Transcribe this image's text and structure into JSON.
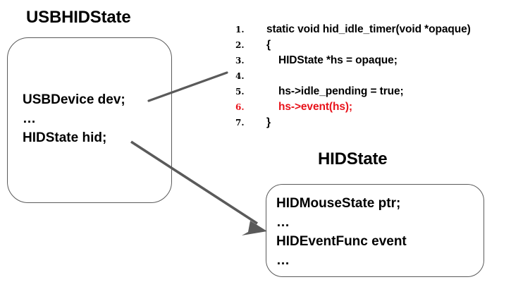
{
  "diagram": {
    "background_color": "#ffffff",
    "stroke_color": "#5a5a5a",
    "highlight_color": "#e8121a",
    "left_struct": {
      "title": "USBHIDState",
      "fields": [
        "USBDevice dev;",
        "…",
        "HIDState hid;"
      ]
    },
    "right_struct": {
      "title": "HIDState",
      "fields": [
        "HIDMouseState ptr;",
        "…",
        "HIDEventFunc event",
        "…"
      ]
    },
    "code": {
      "lines": [
        {
          "number": "1.",
          "text": "static void hid_idle_timer(void *opaque)",
          "indent": 0,
          "highlight": false
        },
        {
          "number": "2.",
          "text": "{",
          "indent": 0,
          "highlight": false
        },
        {
          "number": "3.",
          "text": "HIDState *hs = opaque;",
          "indent": 1,
          "highlight": false
        },
        {
          "number": "4.",
          "text": "",
          "indent": 0,
          "highlight": false
        },
        {
          "number": "5.",
          "text": "hs->idle_pending = true;",
          "indent": 1,
          "highlight": false
        },
        {
          "number": "6.",
          "text": "hs->event(hs);",
          "indent": 1,
          "highlight": true
        },
        {
          "number": "7.",
          "text": "}",
          "indent": 0,
          "highlight": false
        }
      ]
    },
    "connectors": [
      {
        "name": "dev-to-code",
        "from": "USBDevice dev;",
        "to": "code-listing",
        "arrowhead": false
      },
      {
        "name": "hid-to-hidstate",
        "from": "HIDState hid;",
        "to": "HIDState struct",
        "arrowhead": true
      }
    ]
  }
}
